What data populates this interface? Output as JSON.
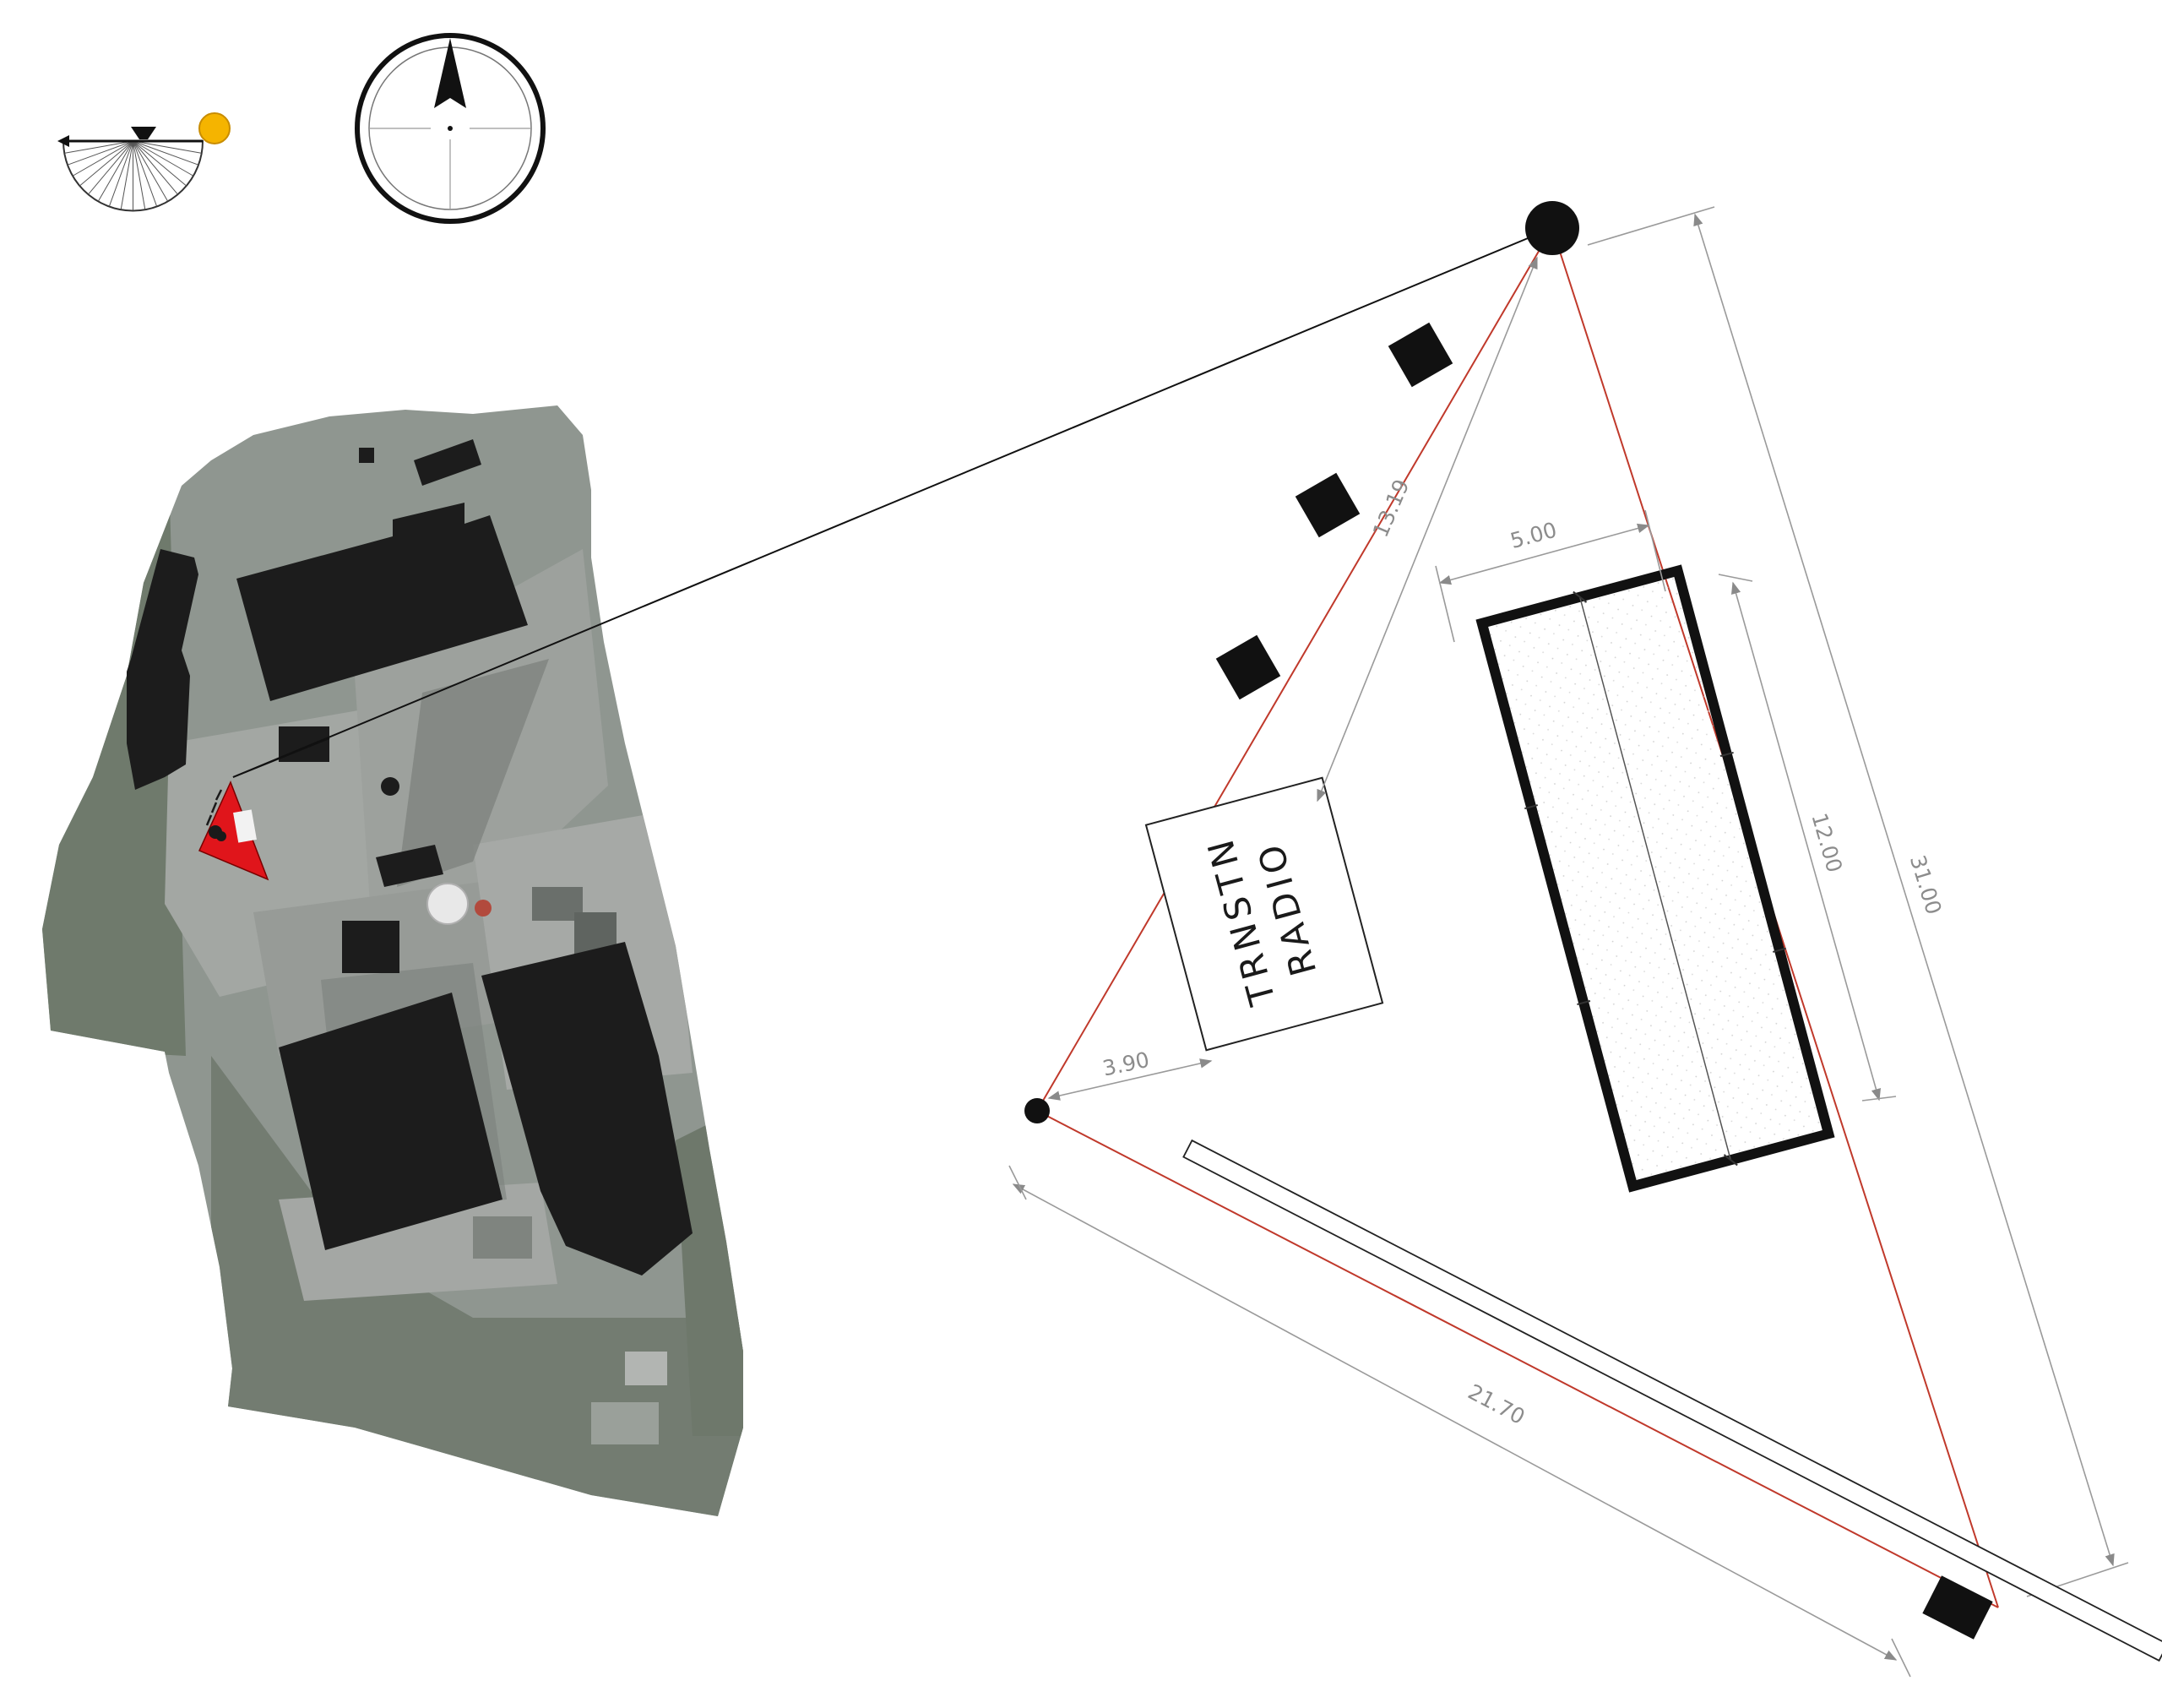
{
  "colors": {
    "site_boundary": "#c0392b",
    "building_fill": "#1c1c1c",
    "dimension_line": "#9a9a9a",
    "dimension_text": "#8c8c8c",
    "site_marker": "#e0151b",
    "sun": "#f5b400",
    "aerial_base": "#8f9690"
  },
  "sign": {
    "line1": "TRNSTN",
    "line2": "RADIO"
  },
  "dimensions": {
    "side_left": "13.19",
    "stage_width": "5.00",
    "stage_length": "12.00",
    "side_right": "31.00",
    "offset_bottom": "3.90",
    "side_bottom": "21.70"
  },
  "icons": {
    "sun_diagram": "sun-path-icon",
    "north_arrow": "north-arrow-icon"
  }
}
